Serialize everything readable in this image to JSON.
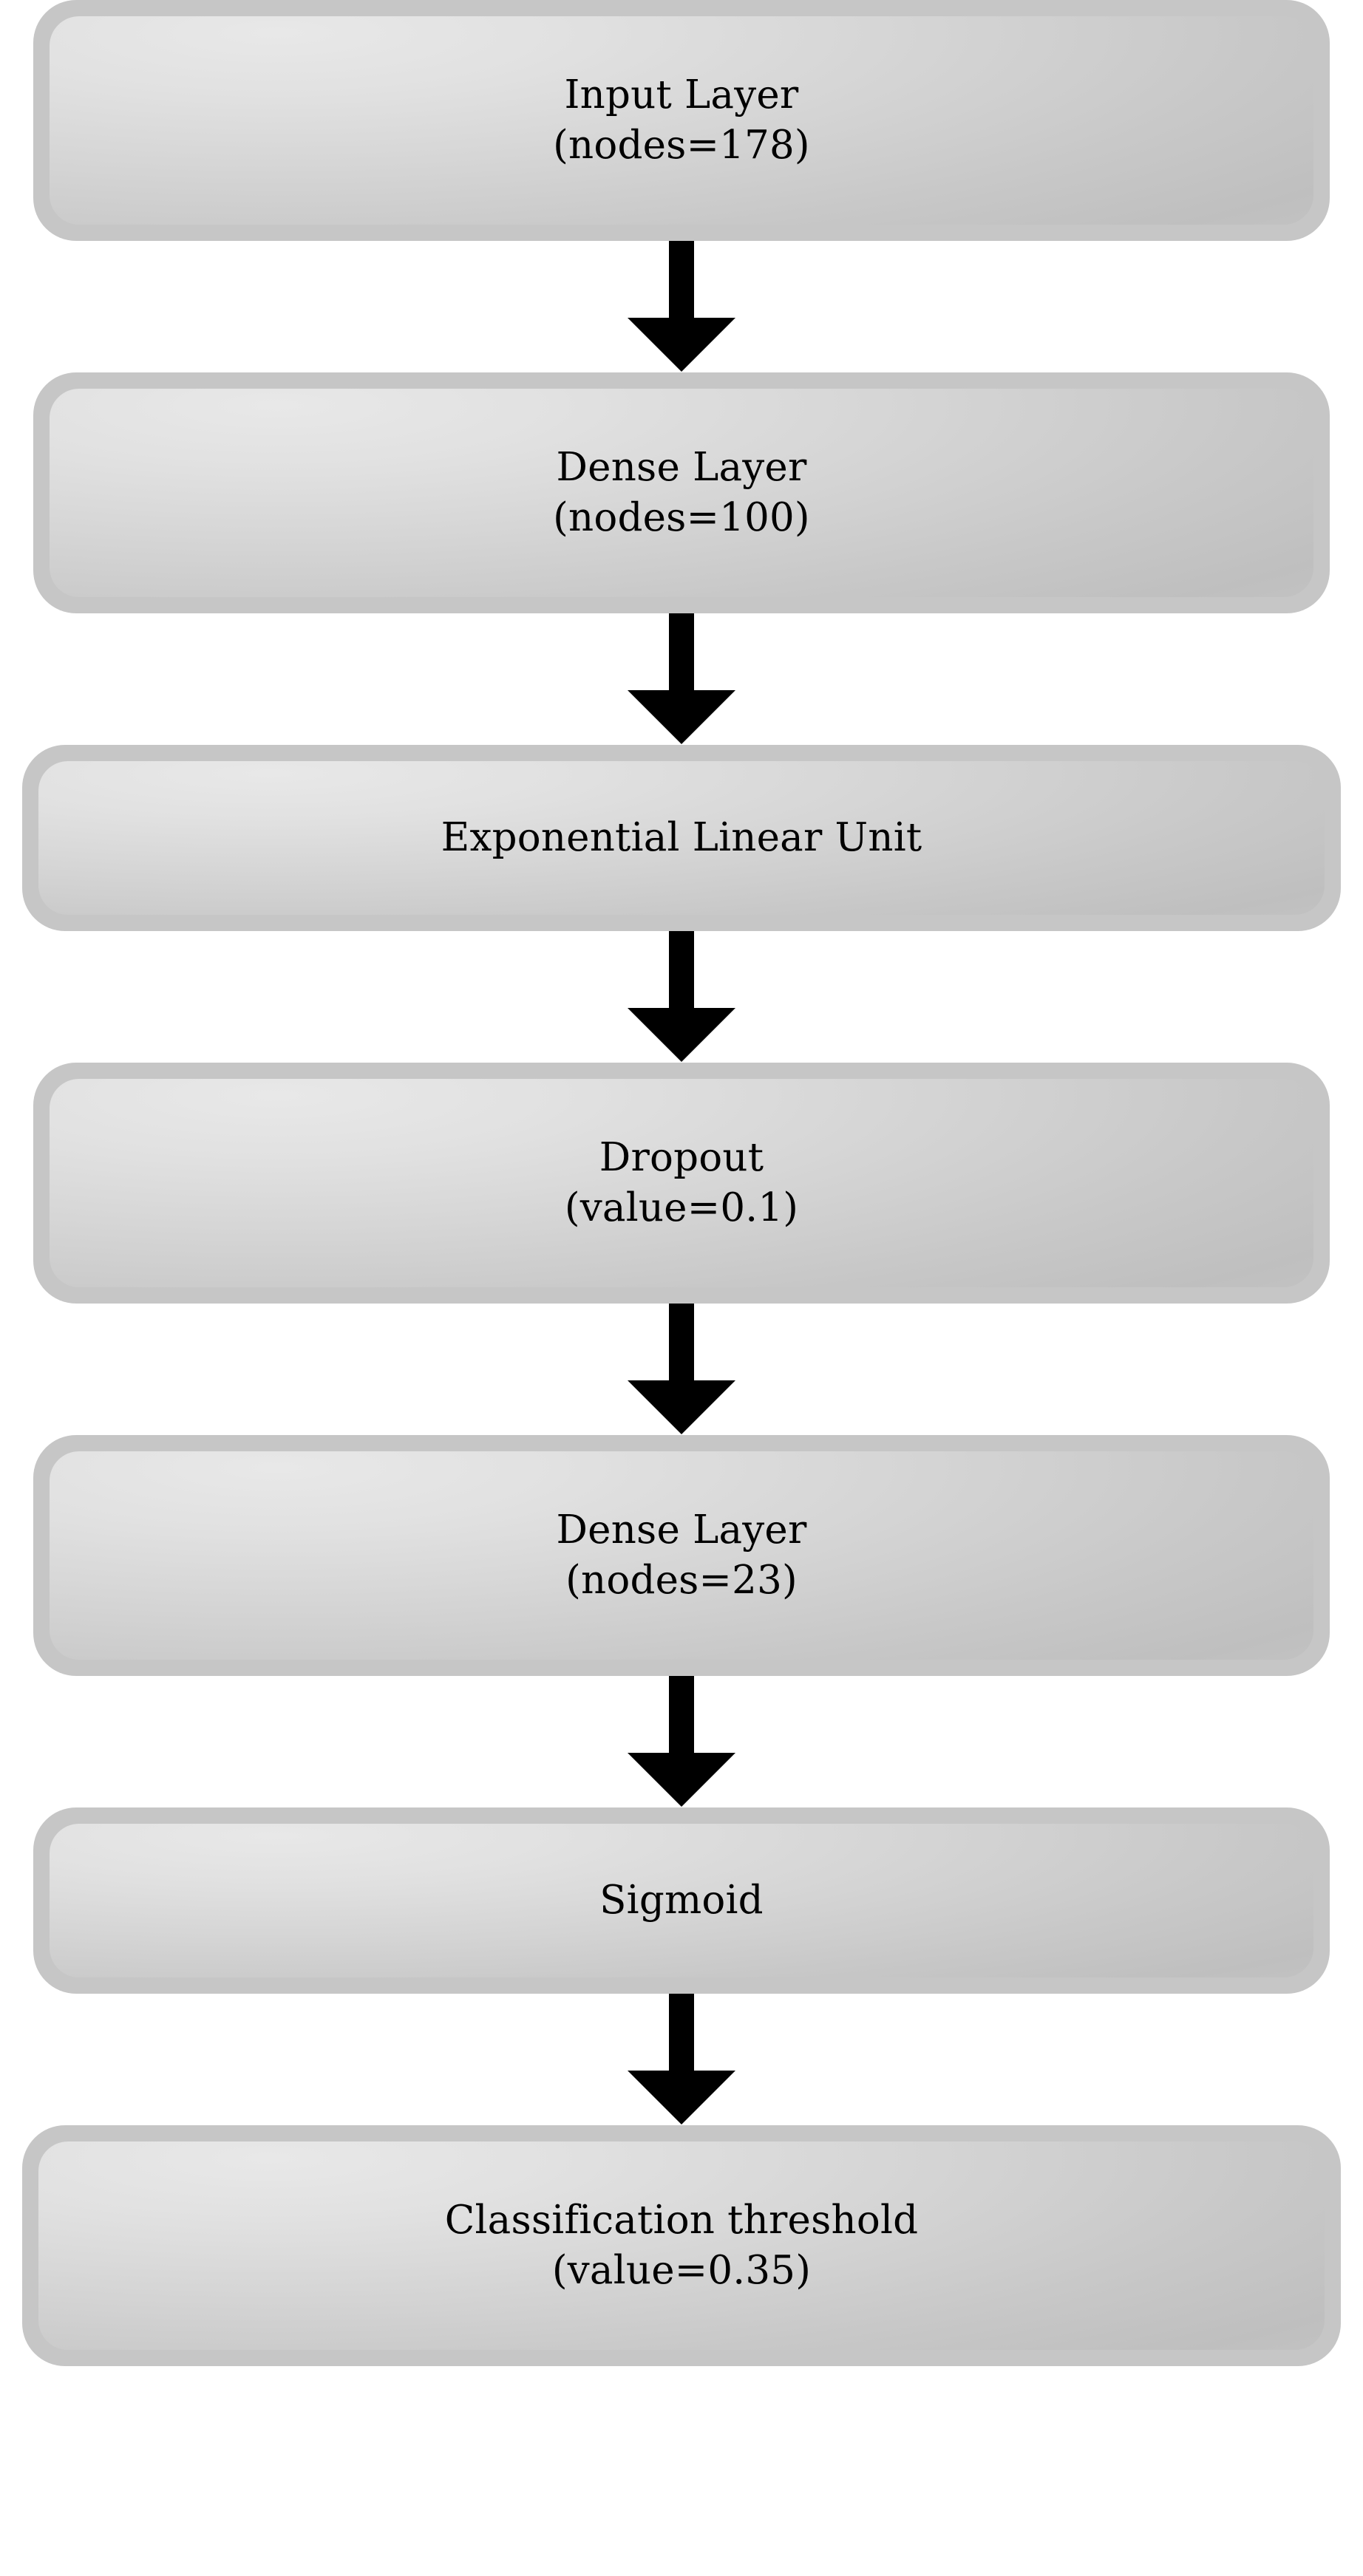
{
  "diagram": {
    "title": "Neural network architecture flowchart",
    "orientation": "vertical-top-to-bottom",
    "colors": {
      "node_border": "#c6c6c6",
      "node_fill_light": "#e8e8e8",
      "node_fill_dark": "#bfbfbf",
      "arrow": "#000000",
      "text": "#000000",
      "background": "#ffffff"
    },
    "nodes": [
      {
        "id": "input-layer",
        "line1": "Input Layer",
        "line2": "(nodes=178)",
        "width": "normal",
        "lines": 2
      },
      {
        "id": "dense-layer-100",
        "line1": "Dense Layer",
        "line2": "(nodes=100)",
        "width": "normal",
        "lines": 2
      },
      {
        "id": "exponential-linear-unit",
        "line1": "Exponential Linear Unit",
        "line2": "",
        "width": "wide",
        "lines": 1
      },
      {
        "id": "dropout",
        "line1": "Dropout",
        "line2": "(value=0.1)",
        "width": "normal",
        "lines": 2
      },
      {
        "id": "dense-layer-23",
        "line1": "Dense Layer",
        "line2": "(nodes=23)",
        "width": "normal",
        "lines": 2
      },
      {
        "id": "sigmoid",
        "line1": "Sigmoid",
        "line2": "",
        "width": "normal",
        "lines": 1
      },
      {
        "id": "classification-threshold",
        "line1": "Classification threshold",
        "line2": "(value=0.35)",
        "width": "wide",
        "lines": 2
      }
    ],
    "arrows": [
      {
        "id": "arrow-1",
        "from": "input-layer",
        "to": "dense-layer-100"
      },
      {
        "id": "arrow-2",
        "from": "dense-layer-100",
        "to": "exponential-linear-unit"
      },
      {
        "id": "arrow-3",
        "from": "exponential-linear-unit",
        "to": "dropout"
      },
      {
        "id": "arrow-4",
        "from": "dropout",
        "to": "dense-layer-23"
      },
      {
        "id": "arrow-5",
        "from": "dense-layer-23",
        "to": "sigmoid"
      },
      {
        "id": "arrow-6",
        "from": "sigmoid",
        "to": "classification-threshold"
      }
    ]
  }
}
